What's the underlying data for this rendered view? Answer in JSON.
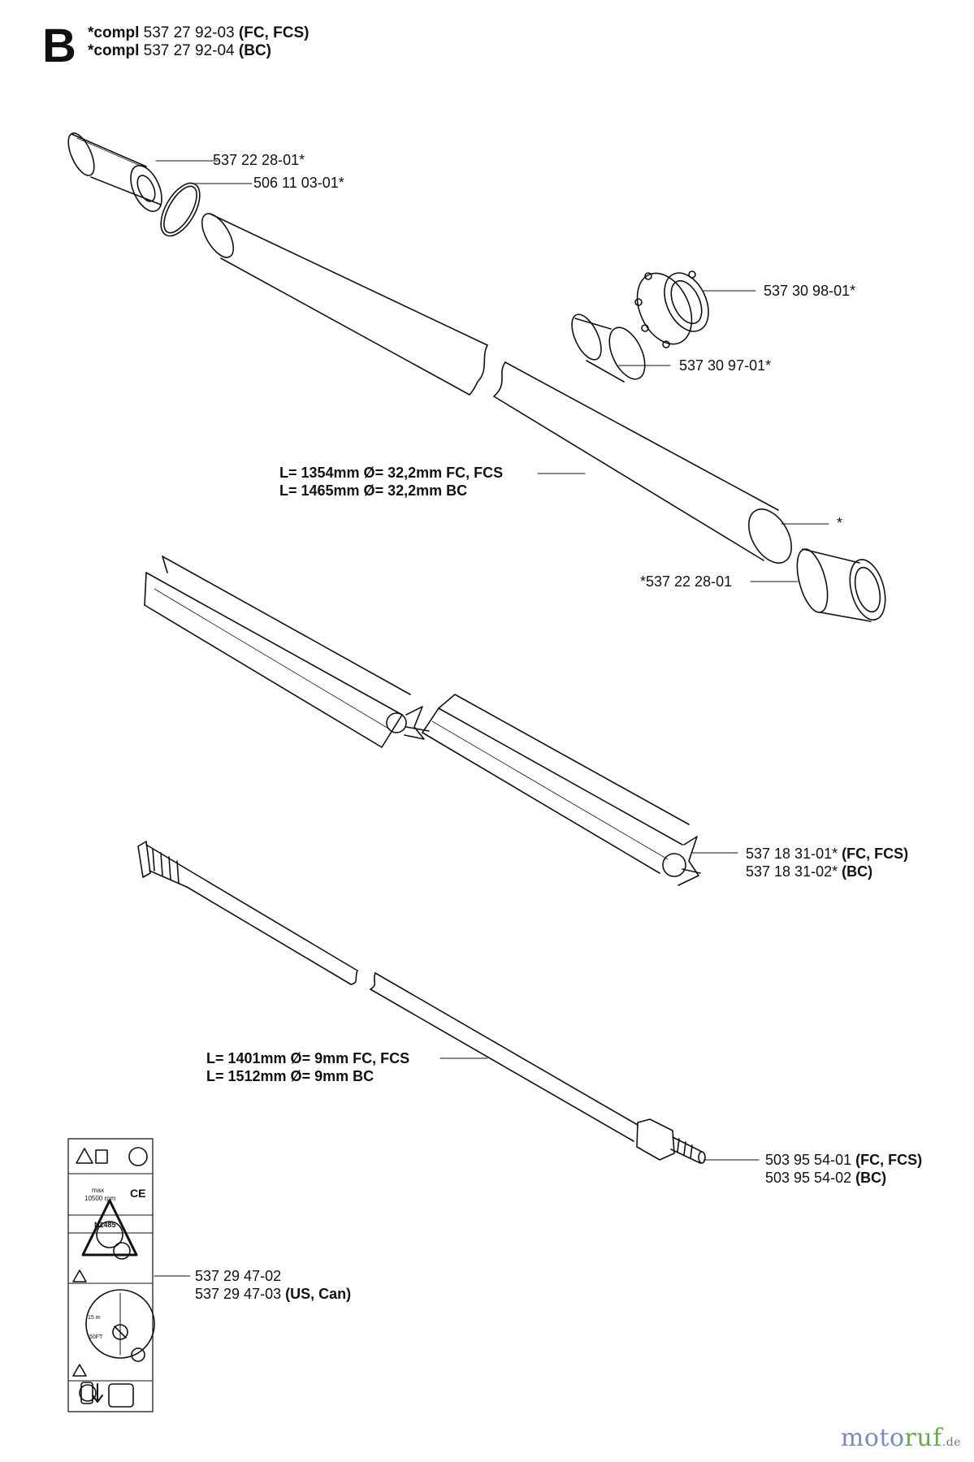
{
  "section_letter": "B",
  "header": {
    "lines": [
      {
        "pre": "*compl",
        "num": " 537 27 92-03 ",
        "post": "(FC, FCS)"
      },
      {
        "pre": "*compl",
        "num": " 537 27 92-04 ",
        "post": "(BC)"
      }
    ]
  },
  "parts": {
    "p1": {
      "line1": "537 22 28-01*"
    },
    "p2": {
      "line1": "506 11 03-01*"
    },
    "p3": {
      "line1": "537 30 98-01*"
    },
    "p4": {
      "line1": "537 30 97-01*"
    },
    "tube_len": {
      "line1": "L= 1354mm Ø= 32,2mm FC, FCS",
      "line2": "L= 1465mm Ø= 32,2mm BC"
    },
    "star": {
      "line1": "*"
    },
    "p5": {
      "line1": "*537 22 28-01"
    },
    "p6": {
      "num1": "537 18 31-01* ",
      "tag1": "(FC, FCS)",
      "num2": "537 18 31-02*  ",
      "tag2": "(BC)"
    },
    "shaft_len": {
      "line1": "L= 1401mm Ø= 9mm FC, FCS",
      "line2": "L= 1512mm Ø= 9mm BC"
    },
    "p7": {
      "num1": "503 95 54-01 ",
      "tag1": "(FC, FCS)",
      "num2": "503 95 54-02 ",
      "tag2": "(BC)"
    },
    "p8": {
      "num1": "537 29 47-02",
      "num2": "537 29 47-03 ",
      "tag2": "(US, Can)"
    }
  },
  "decal": {
    "max_text": "max",
    "rpm_text": "10500 rpm",
    "ce_text": "CE",
    "standard_text": "N1485",
    "dist1": "15 m",
    "dist2": "50FT"
  },
  "watermark": {
    "brand_a": "moto",
    "brand_b": "ruf",
    "tld": ".de"
  }
}
